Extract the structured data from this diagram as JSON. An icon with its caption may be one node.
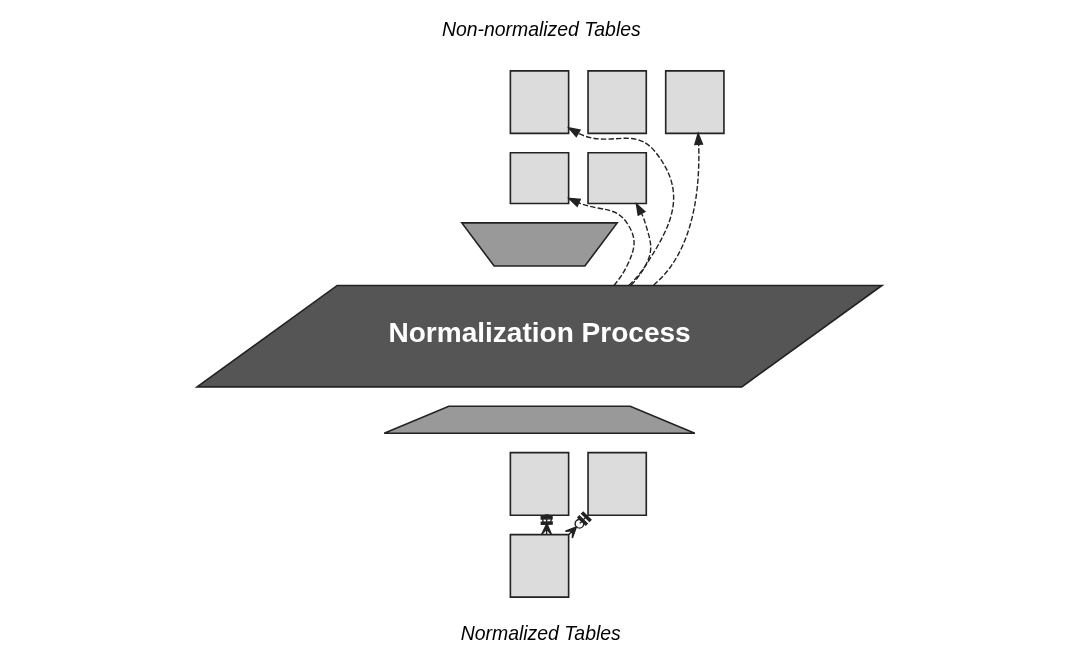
{
  "diagram": {
    "nodes": [
      {
        "text": [],
        "shape": "box"
      },
      {
        "text": [],
        "shape": "box"
      },
      {
        "text": [],
        "shape": "box"
      },
      {
        "text": [],
        "shape": "box"
      },
      {
        "text": [],
        "shape": "box"
      },
      {
        "text": [],
        "shape": "trapezoid"
      },
      {
        "text": [
          "Normalization Process"
        ]
      },
      {
        "text": [],
        "shape": "trapezoid"
      },
      {
        "text": [],
        "shape": "box"
      },
      {
        "text": [],
        "shape": "box"
      },
      {
        "text": [],
        "shape": "box"
      }
    ],
    "edges": [
      {
        "from": 6,
        "to": 0,
        "arrow": "to",
        "style": "dashed"
      },
      {
        "from": 6,
        "to": 3,
        "arrow": "to",
        "style": "dashed"
      },
      {
        "from": 6,
        "to": 2,
        "arrow": "to",
        "style": "dashed"
      },
      {
        "from": 6,
        "to": 4,
        "arrow": "to",
        "style": "dashed"
      },
      {
        "from": 8,
        "to": 10,
        "arrow": "other"
      },
      {
        "from": 9,
        "to": 10,
        "arrow": "other"
      }
    ],
    "labels": [
      "Non-normalized Tables",
      "Normalized Tables"
    ]
  }
}
